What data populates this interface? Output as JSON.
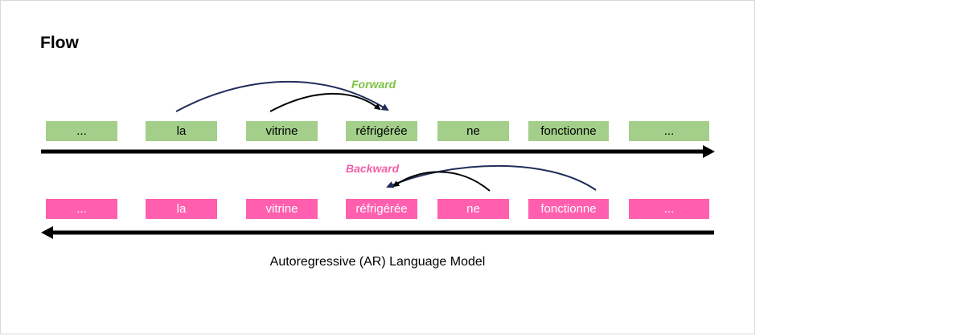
{
  "title": "Flow",
  "forward": {
    "label": "Forward",
    "tokens": [
      "...",
      "la",
      "vitrine",
      "réfrigérée",
      "ne",
      "fonctionne",
      "..."
    ]
  },
  "backward": {
    "label": "Backward",
    "tokens": [
      "...",
      "la",
      "vitrine",
      "réfrigérée",
      "ne",
      "fonctionne",
      "..."
    ]
  },
  "caption": "Autoregressive (AR) Language Model",
  "colors": {
    "forward_accent": "#7dc242",
    "forward_token_bg": "#a3cf8a",
    "backward_accent": "#f25fa5",
    "backward_token_bg": "#ff5fae",
    "arrow": "#000000",
    "long_arc": "#1f2d5a",
    "short_arc": "#000000"
  }
}
